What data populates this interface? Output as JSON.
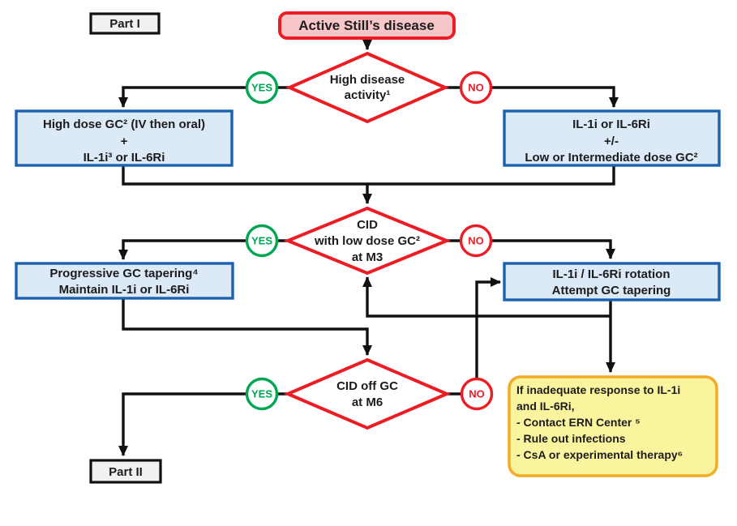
{
  "diagram": {
    "part1_label": "Part I",
    "part2_label": "Part II",
    "start_label": "Active Still’s disease",
    "yes_label": "YES",
    "no_label": "NO",
    "decisions": {
      "high_activity": {
        "lines": [
          "High disease",
          "activity¹"
        ]
      },
      "cid_m3": {
        "lines": [
          "CID",
          "with low dose GC²",
          "at M3"
        ]
      },
      "cid_m6": {
        "lines": [
          "CID off GC",
          "at M6"
        ]
      }
    },
    "treatments": {
      "high_dose_gc": {
        "lines": [
          "High dose GC² (IV then oral)",
          "+",
          "IL-1i³ or IL-6Ri"
        ]
      },
      "il1i_il6ri": {
        "lines": [
          "IL-1i or IL-6Ri",
          "+/-",
          "Low or Intermediate dose GC²"
        ]
      },
      "gc_tapering": {
        "lines": [
          "Progressive GC tapering⁴",
          "Maintain IL-1i or IL-6Ri"
        ]
      },
      "rotation": {
        "lines": [
          "IL-1i / IL-6Ri rotation",
          "Attempt GC tapering"
        ]
      }
    },
    "note": {
      "lines": [
        "If inadequate response to IL-1i",
        "and IL-6Ri,",
        "- Contact ERN Center ⁵",
        "- Rule out infections",
        "- CsA or experimental therapy⁶"
      ]
    },
    "colors": {
      "red": "#EC1C24",
      "green": "#00A651",
      "blue_border": "#1C61B0",
      "blue_fill": "#DCE9F6",
      "pink_fill": "#F7C6C9",
      "yellow_fill": "#FBF49E",
      "yellow_border": "#F3AC25",
      "part_fill": "#F1F1F1",
      "connector": "#111111"
    }
  }
}
